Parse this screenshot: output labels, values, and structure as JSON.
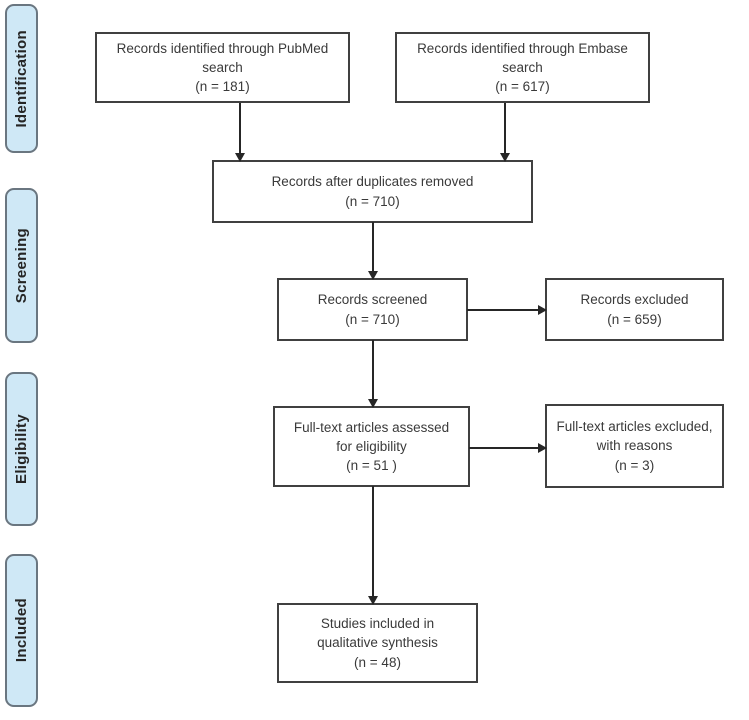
{
  "stages": [
    {
      "label": "Identification"
    },
    {
      "label": "Screening"
    },
    {
      "label": "Eligibility"
    },
    {
      "label": "Included"
    }
  ],
  "boxes": [
    {
      "name": "records-identified-pubmed",
      "lines": [
        "Records identified through PubMed",
        "search",
        "(n = 181)"
      ]
    },
    {
      "name": "records-identified-embase",
      "lines": [
        "Records identified through Embase",
        "search",
        "(n = 617)"
      ]
    },
    {
      "name": "records-after-duplicates-removed",
      "lines": [
        "Records after duplicates removed",
        "(n = 710)"
      ]
    },
    {
      "name": "records-screened",
      "lines": [
        "Records screened",
        "(n = 710)"
      ]
    },
    {
      "name": "records-excluded",
      "lines": [
        "Records excluded",
        "(n =  659)"
      ]
    },
    {
      "name": "fulltext-articles-assessed",
      "lines": [
        "Full-text articles assessed",
        "for eligibility",
        "(n =  51 )"
      ]
    },
    {
      "name": "fulltext-articles-excluded",
      "lines": [
        "Full-text articles excluded,",
        "with reasons",
        "(n =  3)"
      ]
    },
    {
      "name": "studies-included-qualitative-synthesis",
      "lines": [
        "Studies included in",
        "qualitative synthesis",
        "(n = 48)"
      ]
    }
  ],
  "colors": {
    "stage_fill": "#cfe8f6",
    "stage_border": "#6a7680",
    "box_border": "#404040",
    "text": "#3a3a3a",
    "arrow": "#262626",
    "background": "#ffffff"
  }
}
